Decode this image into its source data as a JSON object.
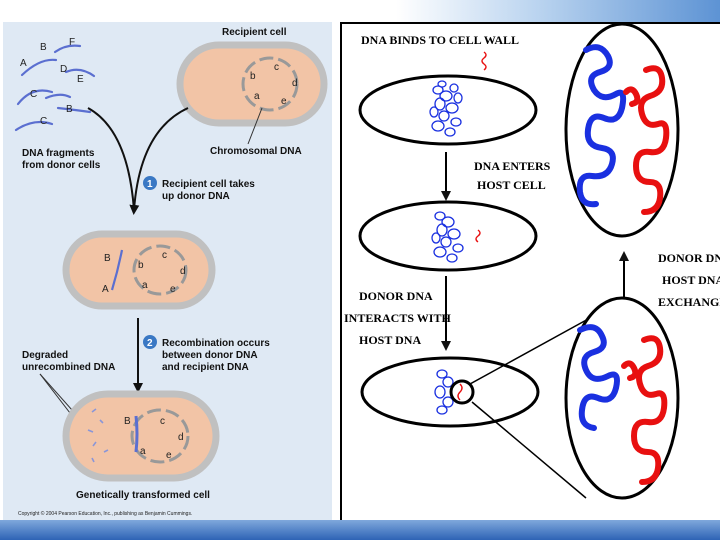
{
  "left": {
    "recipient_cell": "Recipient cell",
    "dna_fragments": [
      "DNA fragments",
      "from donor cells"
    ],
    "chromosomal_dna": "Chromosomal DNA",
    "step1_num": "1",
    "step1": [
      "Recipient cell takes",
      "up donor DNA"
    ],
    "step2_num": "2",
    "step2": [
      "Recombination occurs",
      "between donor DNA",
      "and recipient DNA"
    ],
    "degraded": [
      "Degraded",
      "unrecombined DNA"
    ],
    "transformed": "Genetically transformed cell",
    "copyright": "Copyright © 2004 Pearson Education, Inc., publishing as Benjamin Cummings.",
    "fragment_letters": [
      "A",
      "B",
      "F",
      "D",
      "E",
      "C",
      "B",
      "C"
    ],
    "cell1_letters": [
      "b",
      "c",
      "d",
      "a",
      "e"
    ],
    "cell2_donor": [
      "B",
      "A"
    ],
    "cell2_letters": [
      "b",
      "c",
      "d",
      "a",
      "e"
    ],
    "cell3_letters": [
      "B",
      "c",
      "d",
      "a",
      "e"
    ]
  },
  "right": {
    "binds": "DNA BINDS TO CELL WALL",
    "enters": [
      "DNA ENTERS",
      "HOST CELL"
    ],
    "interacts": [
      "DONOR DNA",
      "INTERACTS WITH",
      "HOST DNA"
    ],
    "exchange": [
      "DONOR DNA",
      "HOST DNA",
      "EXCHANGE"
    ]
  },
  "colors": {
    "cell_fill": "#f2c4a6",
    "cell_wall": "#c0c0c0",
    "donor_dna": "#5b6fd0",
    "step_badge": "#3a78c4",
    "host_dna": "#1a30e0",
    "donor_red": "#e81010"
  }
}
